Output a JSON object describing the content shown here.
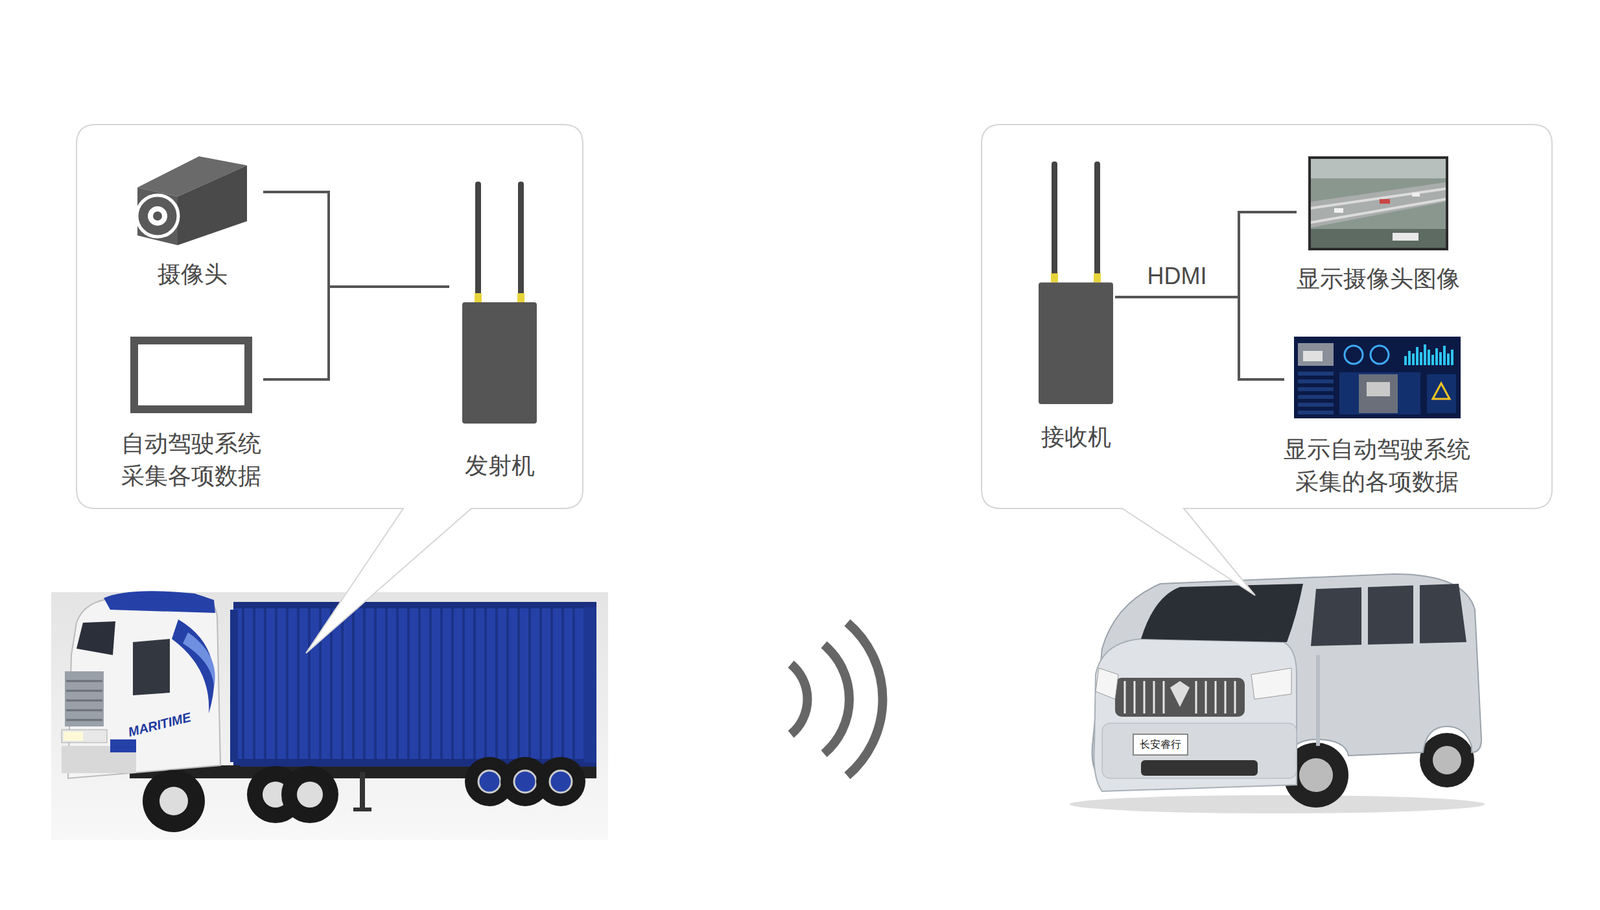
{
  "diagram": {
    "nodes": [
      {
        "text": [
          "摄像头"
        ]
      },
      {
        "text": [
          "自动驾驶系统 采集各项数据"
        ]
      },
      {
        "text": [
          "发射机"
        ]
      },
      {
        "text": [
          "接收机"
        ]
      },
      {
        "text": [
          "显示摄像头图像"
        ]
      },
      {
        "text": [
          "显示自动驾驶系统 采集的各项数据"
        ]
      }
    ],
    "edges": [
      {
        "from": 0,
        "to": 2,
        "arrow": "none"
      },
      {
        "from": 1,
        "to": 2,
        "arrow": "none"
      },
      {
        "from": 3,
        "to": 4,
        "arrow": "none",
        "label": "HDMI"
      },
      {
        "from": 3,
        "to": 5,
        "arrow": "none"
      }
    ],
    "labels": [
      "MARITIME",
      "长安睿行"
    ]
  }
}
